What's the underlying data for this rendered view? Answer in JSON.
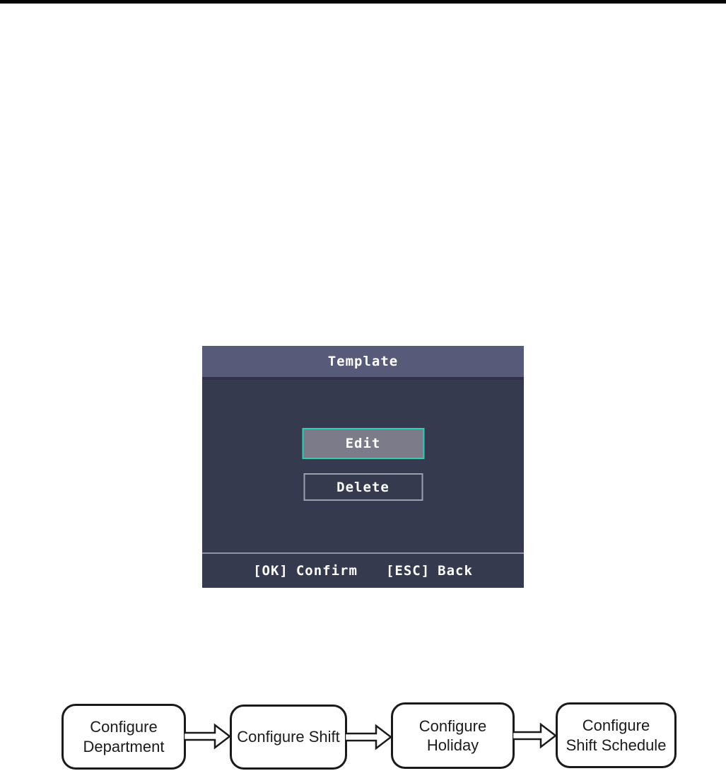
{
  "device_screen": {
    "title": "Template",
    "buttons": [
      {
        "label": "Edit",
        "selected": true
      },
      {
        "label": "Delete",
        "selected": false
      }
    ],
    "hints": [
      {
        "key": "[OK]",
        "action": "Confirm"
      },
      {
        "key": "[ESC]",
        "action": "Back"
      }
    ],
    "colors": {
      "header_bg": "#575b79",
      "body_bg": "#353a4e",
      "selected_button_fill": "#7b7b8a",
      "selected_button_border": "#2bcfb4",
      "button_border": "#9ea0ad",
      "divider": "#9093a4",
      "text": "#ffffff"
    }
  },
  "flowchart": {
    "steps": [
      {
        "line1": "Configure",
        "line2": "Department"
      },
      {
        "line1": "Configure Shift"
      },
      {
        "line1": "Configure",
        "line2": "Holiday"
      },
      {
        "line1": "Configure",
        "line2": "Shift Schedule"
      }
    ],
    "stroke_color": "#1a1a1a"
  }
}
